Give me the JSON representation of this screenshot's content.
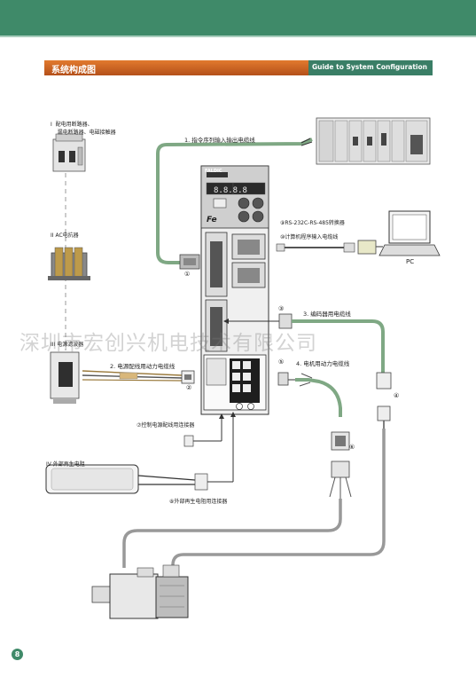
{
  "header": {
    "title_cn": "系统构成图",
    "title_en": "Guide to System Configuration"
  },
  "components": {
    "breaker_label": "I  配电用断路器、\n    漏电断路器、电磁接触器",
    "ac_reactor_label": "II  AC电抗器",
    "noise_filter_label": "III  电源滤波器",
    "external_resistor_label": "IV  外部再生电阻",
    "pc_label": "PC",
    "servo_brand": "FALDIC"
  },
  "cables": {
    "c1": "1. 指令序列输入输出电缆线",
    "c2": "2. 电源配线用动力电缆线",
    "c3": "3. 编码器用电缆线",
    "c4": "4. 电机用动力电缆线",
    "c7": "⑦控制电源配线用连接器",
    "c8": "⑧外部再生电阻用连接器",
    "c9": "⑨RS-232C-RS-485转换器",
    "c10": "⑩计算机程序输入电缆线"
  },
  "markers": {
    "m1": "①",
    "m2": "②",
    "m3": "③",
    "m4": "④",
    "m5": "⑤",
    "m6": "⑥"
  },
  "watermark": "深圳市宏创兴机电技术有限公司",
  "page_number": "8"
}
